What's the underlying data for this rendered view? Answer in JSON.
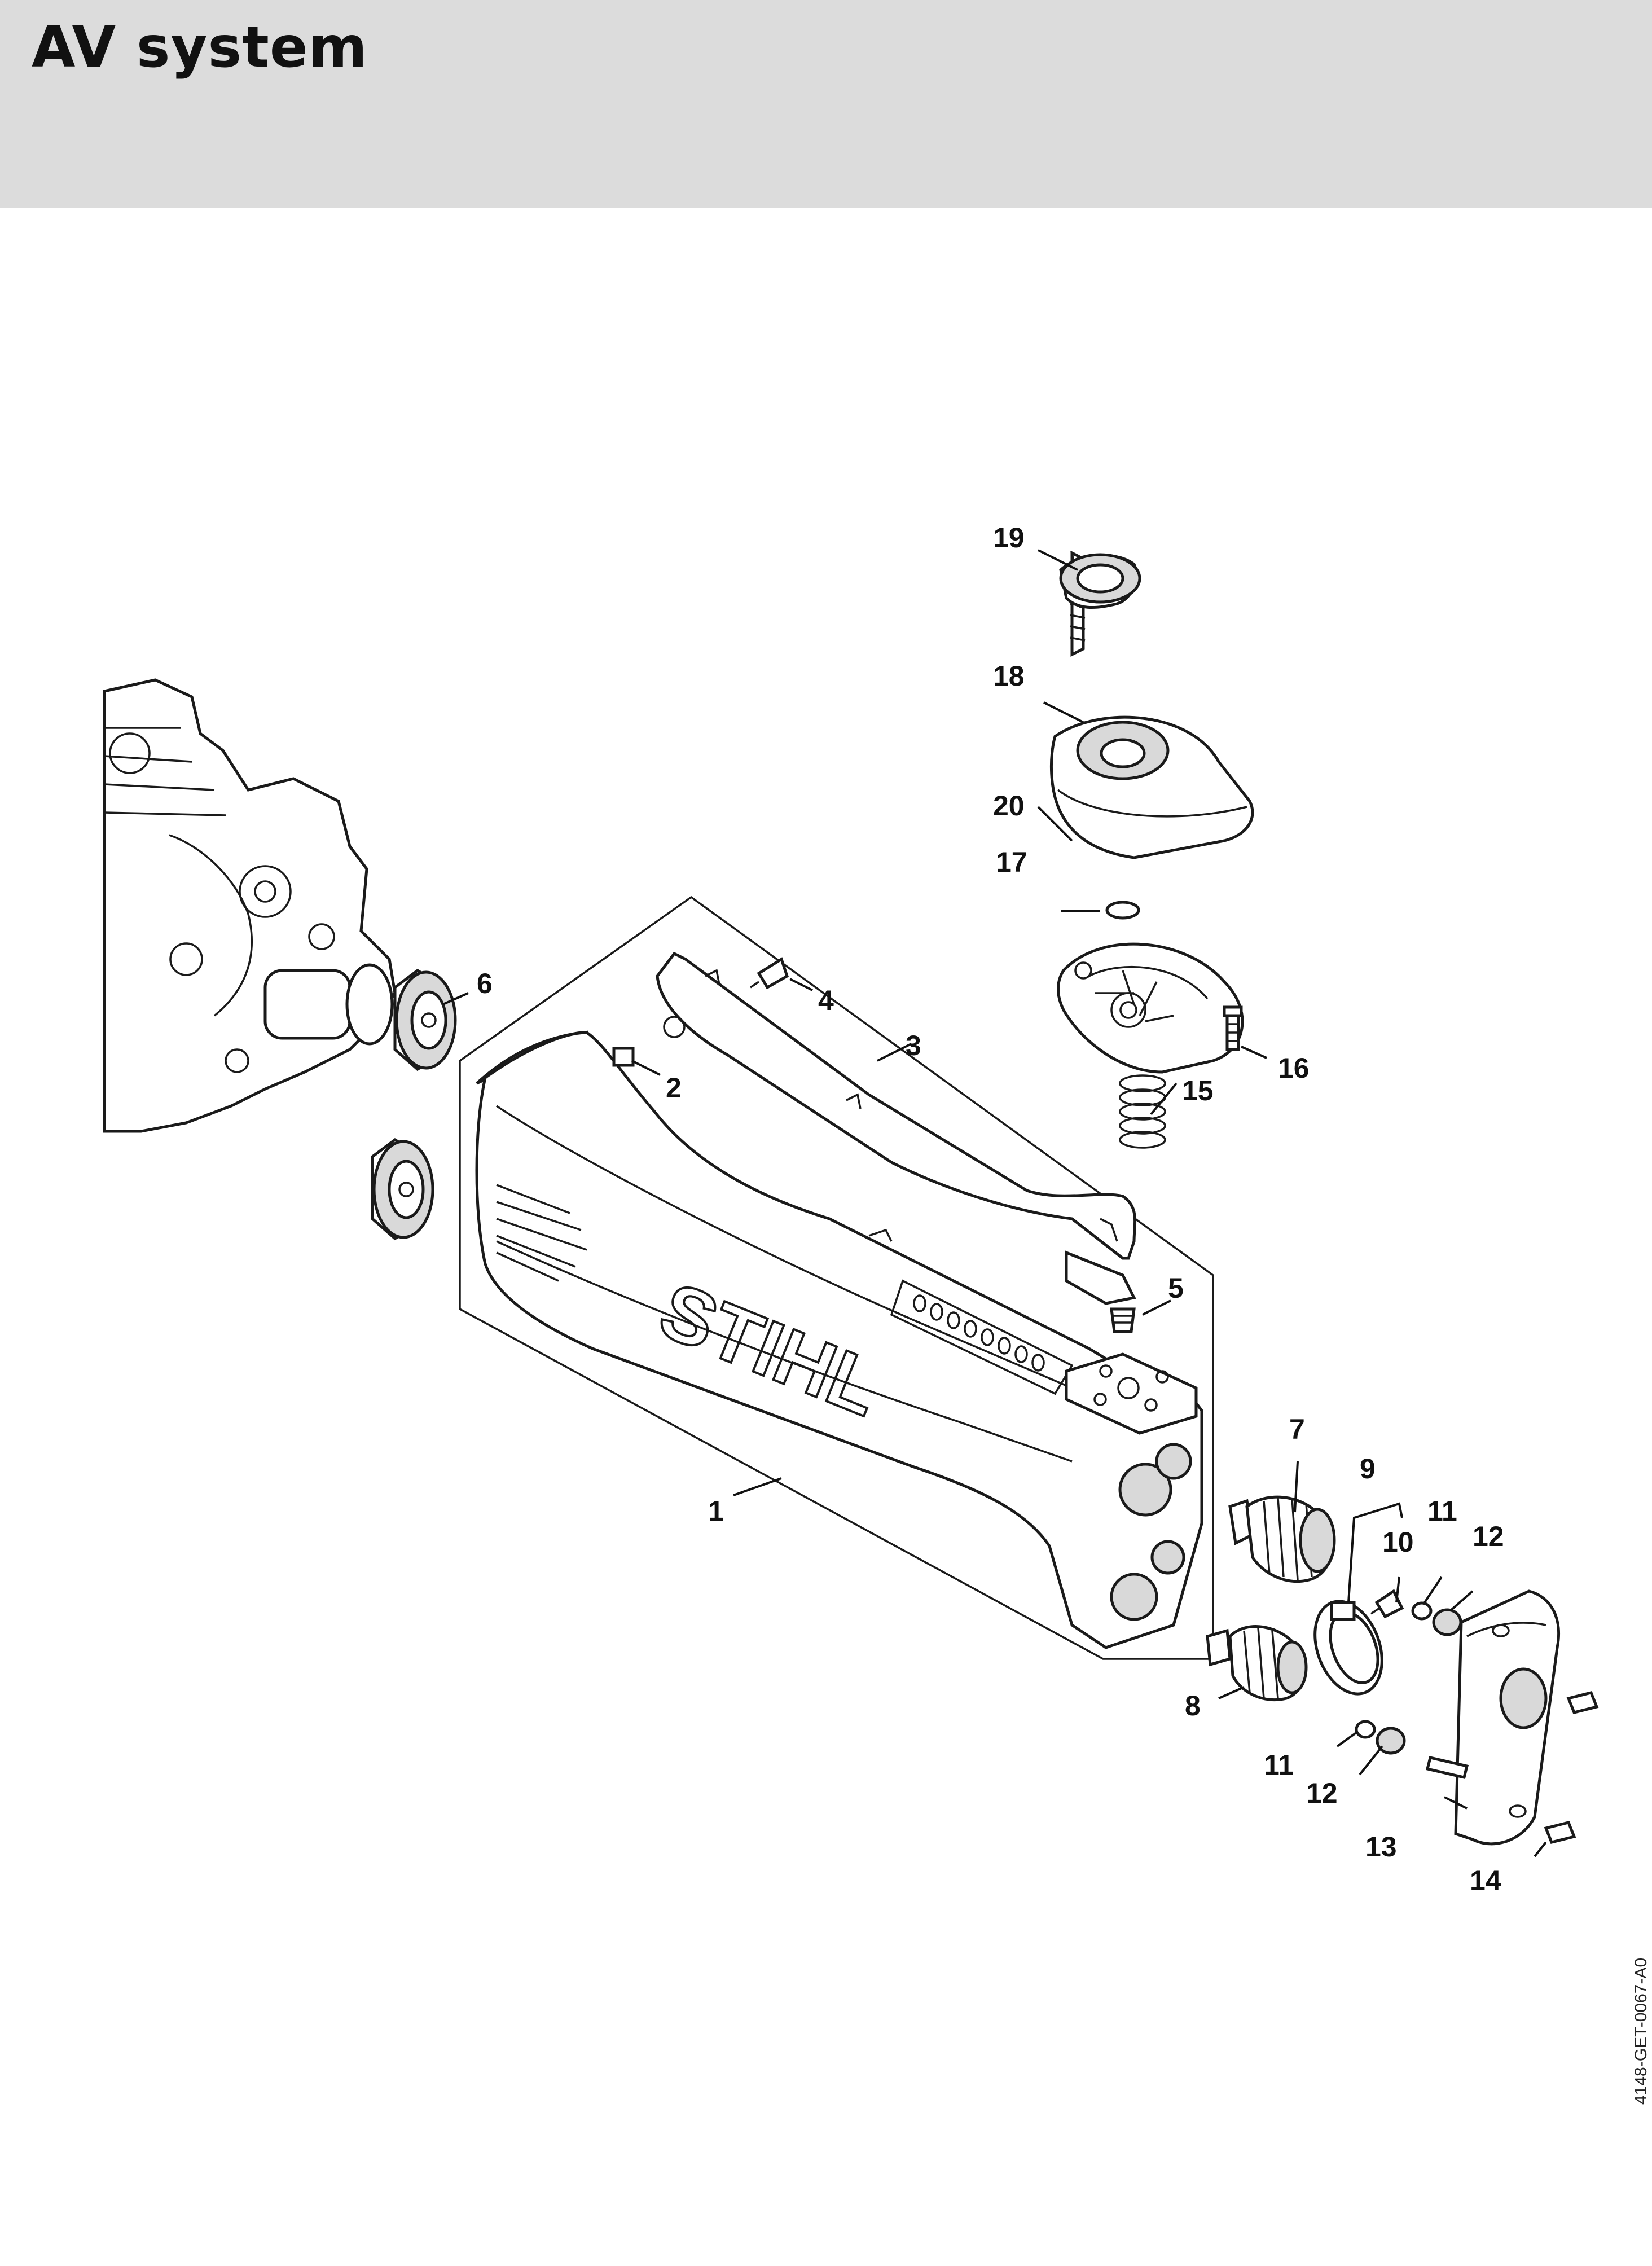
{
  "page": {
    "title": "AV system"
  },
  "figure": {
    "reference_code": "4148-GET-0067-A0"
  },
  "callouts": [
    "1",
    "2",
    "3",
    "4",
    "5",
    "6",
    "7",
    "8",
    "9",
    "10",
    "11",
    "12",
    "13",
    "14",
    "15",
    "16",
    "17",
    "18",
    "19",
    "20",
    "11",
    "12"
  ]
}
